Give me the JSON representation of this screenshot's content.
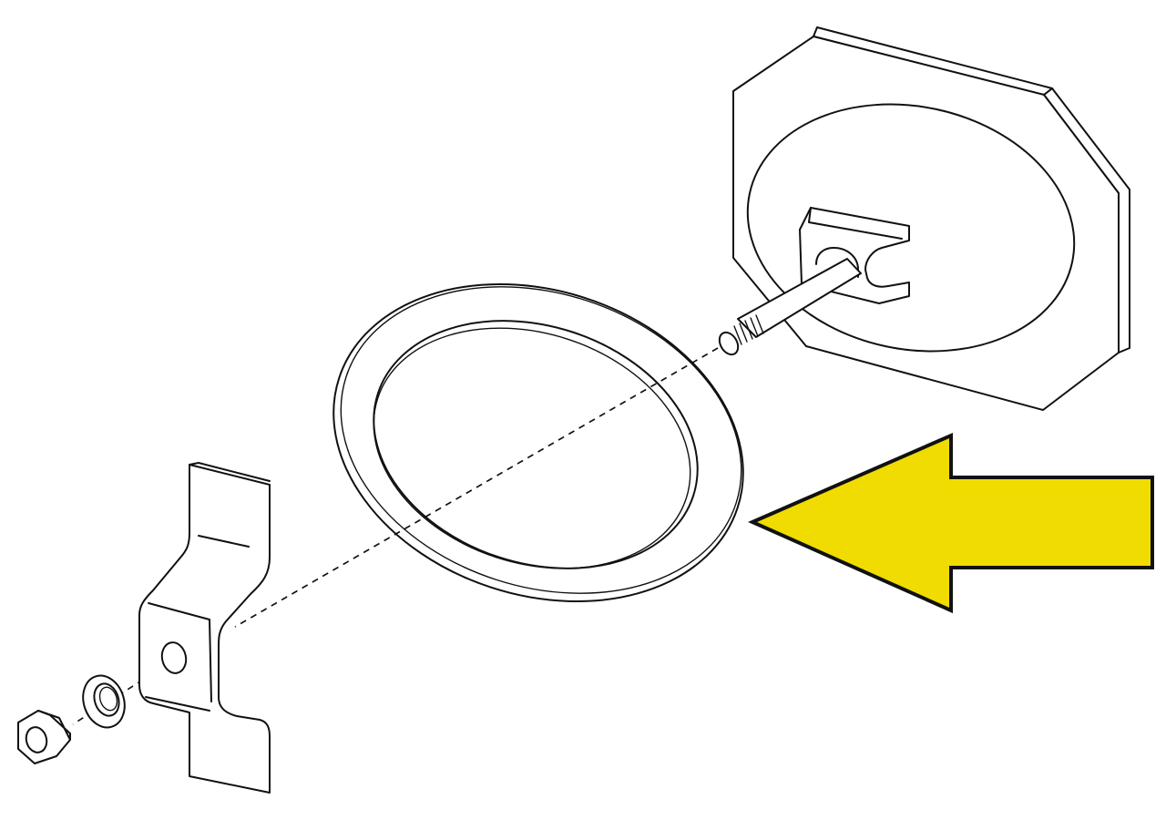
{
  "figure": {
    "description_visible_text": "",
    "parts": [
      {
        "id": "mounting-plate",
        "icon": "octagonal-plate-with-recess"
      },
      {
        "id": "stud-bolt",
        "icon": "threaded-stud"
      },
      {
        "id": "gasket-ring",
        "icon": "oval-ring"
      },
      {
        "id": "mounting-bracket",
        "icon": "z-bracket"
      },
      {
        "id": "flat-washer",
        "icon": "washer"
      },
      {
        "id": "hex-nut",
        "icon": "hex-nut"
      }
    ],
    "highlight_arrow": {
      "color": "#F0DC00",
      "outline": "#111111",
      "points_to": "gasket-ring"
    }
  }
}
